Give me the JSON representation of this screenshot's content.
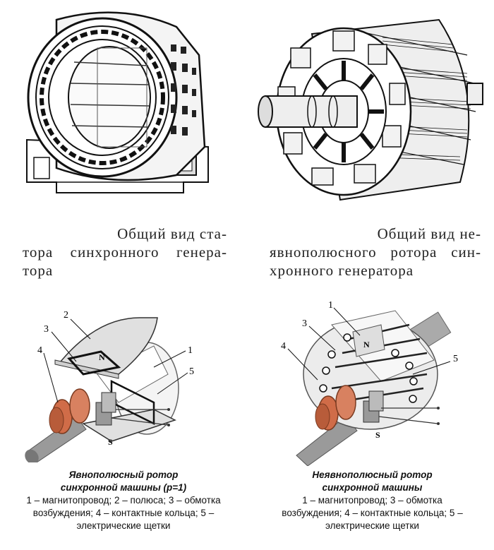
{
  "top_left": {
    "caption_lines": [
      "Общий вид ста-",
      "тора синхронного генера-",
      "тора"
    ]
  },
  "top_right": {
    "caption_lines": [
      "Общий вид не-",
      "явнополюсного ротора син-",
      "хронного генератора"
    ]
  },
  "bottom_left": {
    "labels": {
      "l1": "1",
      "l2": "2",
      "l3": "3",
      "l4": "4",
      "l5": "5",
      "north": "N",
      "south": "S"
    },
    "title_lines": [
      "Явнополюсный ротор",
      "синхронной машины (р=1)"
    ],
    "desc_lines": [
      "1 – магнитопровод; 2 – полюса; 3 – обмотка",
      "возбуждения; 4 – контактные кольца; 5 –",
      "электрические щетки"
    ]
  },
  "bottom_right": {
    "labels": {
      "l1": "1",
      "l3": "3",
      "l4": "4",
      "l5": "5",
      "north": "N",
      "south": "S"
    },
    "title_lines": [
      "Неявнополюсный ротор",
      "синхронной машины"
    ],
    "desc_lines": [
      "1 – магнитопровод; 3 – обмотка",
      "возбуждения; 4 – контактные кольца; 5 –",
      "электрические щетки"
    ]
  }
}
